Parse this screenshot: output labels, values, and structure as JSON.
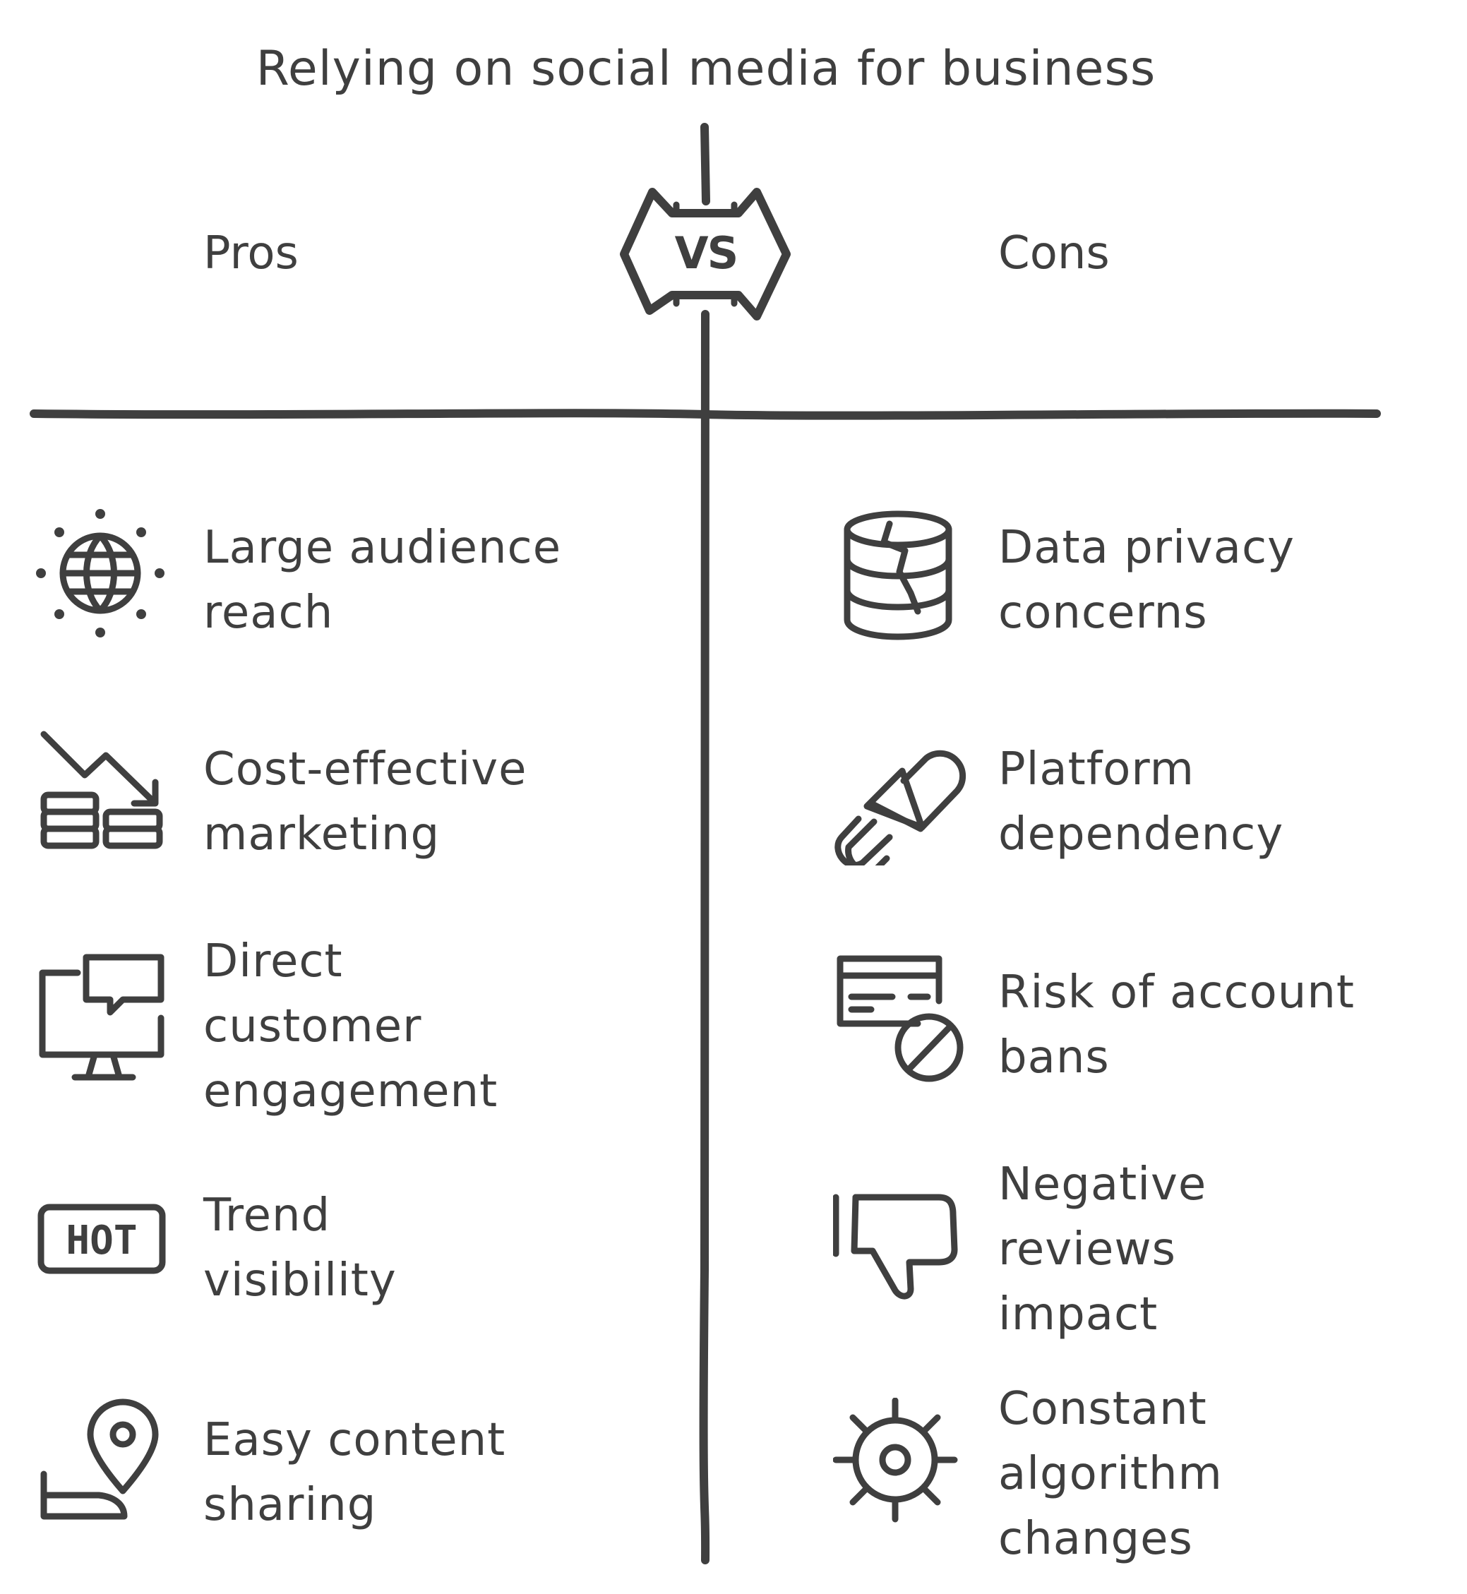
{
  "title": "Relying on social media for business",
  "vs_badge": "VS",
  "pros": {
    "heading": "Pros",
    "items": [
      {
        "lines": [
          "Large audience",
          "reach"
        ],
        "icon": "globe-icon"
      },
      {
        "lines": [
          "Cost-effective",
          "marketing"
        ],
        "icon": "coins-down-trend-icon"
      },
      {
        "lines": [
          "Direct",
          "customer",
          "engagement"
        ],
        "icon": "monitor-chat-icon"
      },
      {
        "lines": [
          "Trend",
          "visibility"
        ],
        "icon": "hot-badge-icon"
      },
      {
        "lines": [
          "Easy content",
          "sharing"
        ],
        "icon": "location-pin-icon"
      }
    ]
  },
  "cons": {
    "heading": "Cons",
    "items": [
      {
        "lines": [
          "Data privacy",
          "concerns"
        ],
        "icon": "cracked-database-icon"
      },
      {
        "lines": [
          "Platform",
          "dependency"
        ],
        "icon": "broken-pill-icon"
      },
      {
        "lines": [
          "Risk of account",
          "bans"
        ],
        "icon": "card-blocked-icon"
      },
      {
        "lines": [
          "Negative",
          "reviews",
          "impact"
        ],
        "icon": "thumbs-down-icon"
      },
      {
        "lines": [
          "Constant",
          "algorithm",
          "changes"
        ],
        "icon": "gear-icon"
      }
    ]
  },
  "hot_badge_text": "HOT"
}
